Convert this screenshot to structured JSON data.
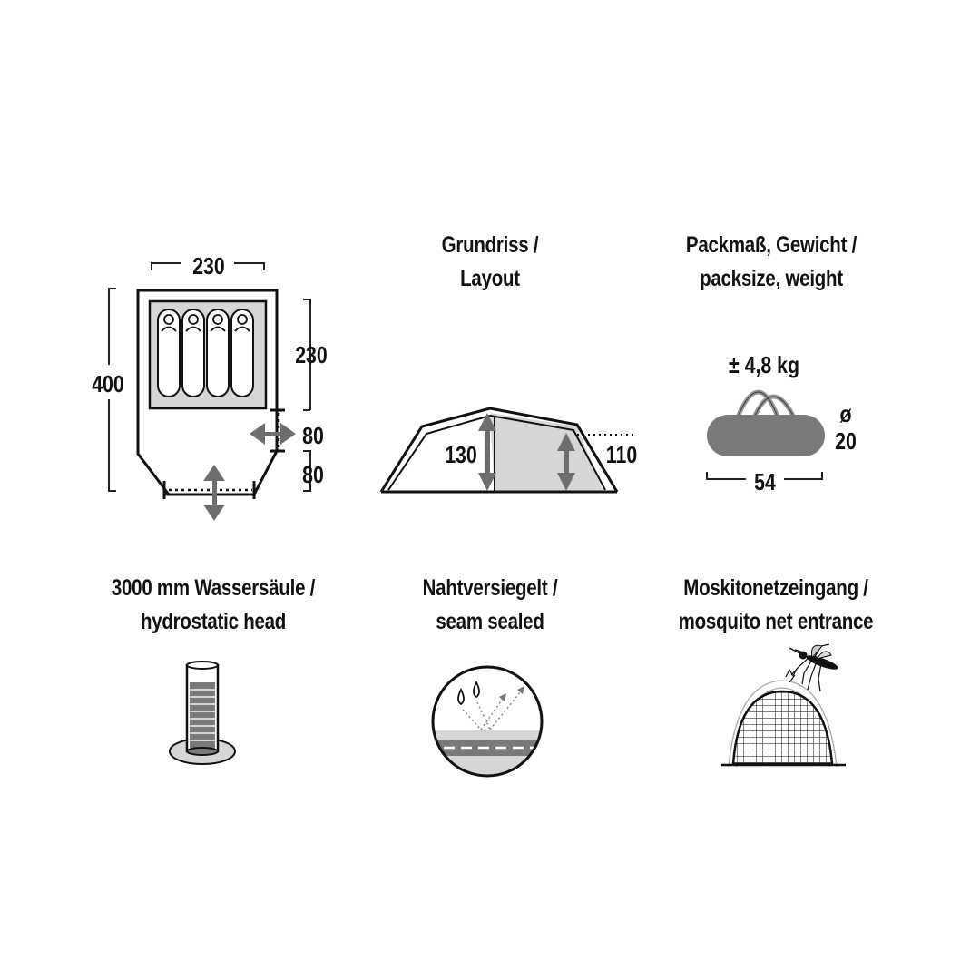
{
  "floorplan": {
    "width_top": "230",
    "length_left": "400",
    "inner_length": "230",
    "side_entrance": "80",
    "vestibule": "80"
  },
  "layout": {
    "title_de": "Grundriss /",
    "title_en": "Layout",
    "height_front": "130",
    "height_rear": "110"
  },
  "pack": {
    "title_de": "Packmaß, Gewicht /",
    "title_en": "packsize, weight",
    "weight": "± 4,8 kg",
    "diameter_symbol": "ø",
    "diameter": "20",
    "length": "54"
  },
  "hydrostatic": {
    "title_de": "3000 mm Wassersäule /",
    "title_en": "hydrostatic head"
  },
  "seam": {
    "title_de": "Nahtversiegelt /",
    "title_en": "seam sealed"
  },
  "mosquito": {
    "title_de": "Moskitonetzeingang /",
    "title_en": "mosquito net entrance"
  },
  "colors": {
    "line": "#111111",
    "fill_light": "#d6d6d6",
    "fill_mid": "#7a7a7a",
    "arrow": "#6e6e6e"
  }
}
